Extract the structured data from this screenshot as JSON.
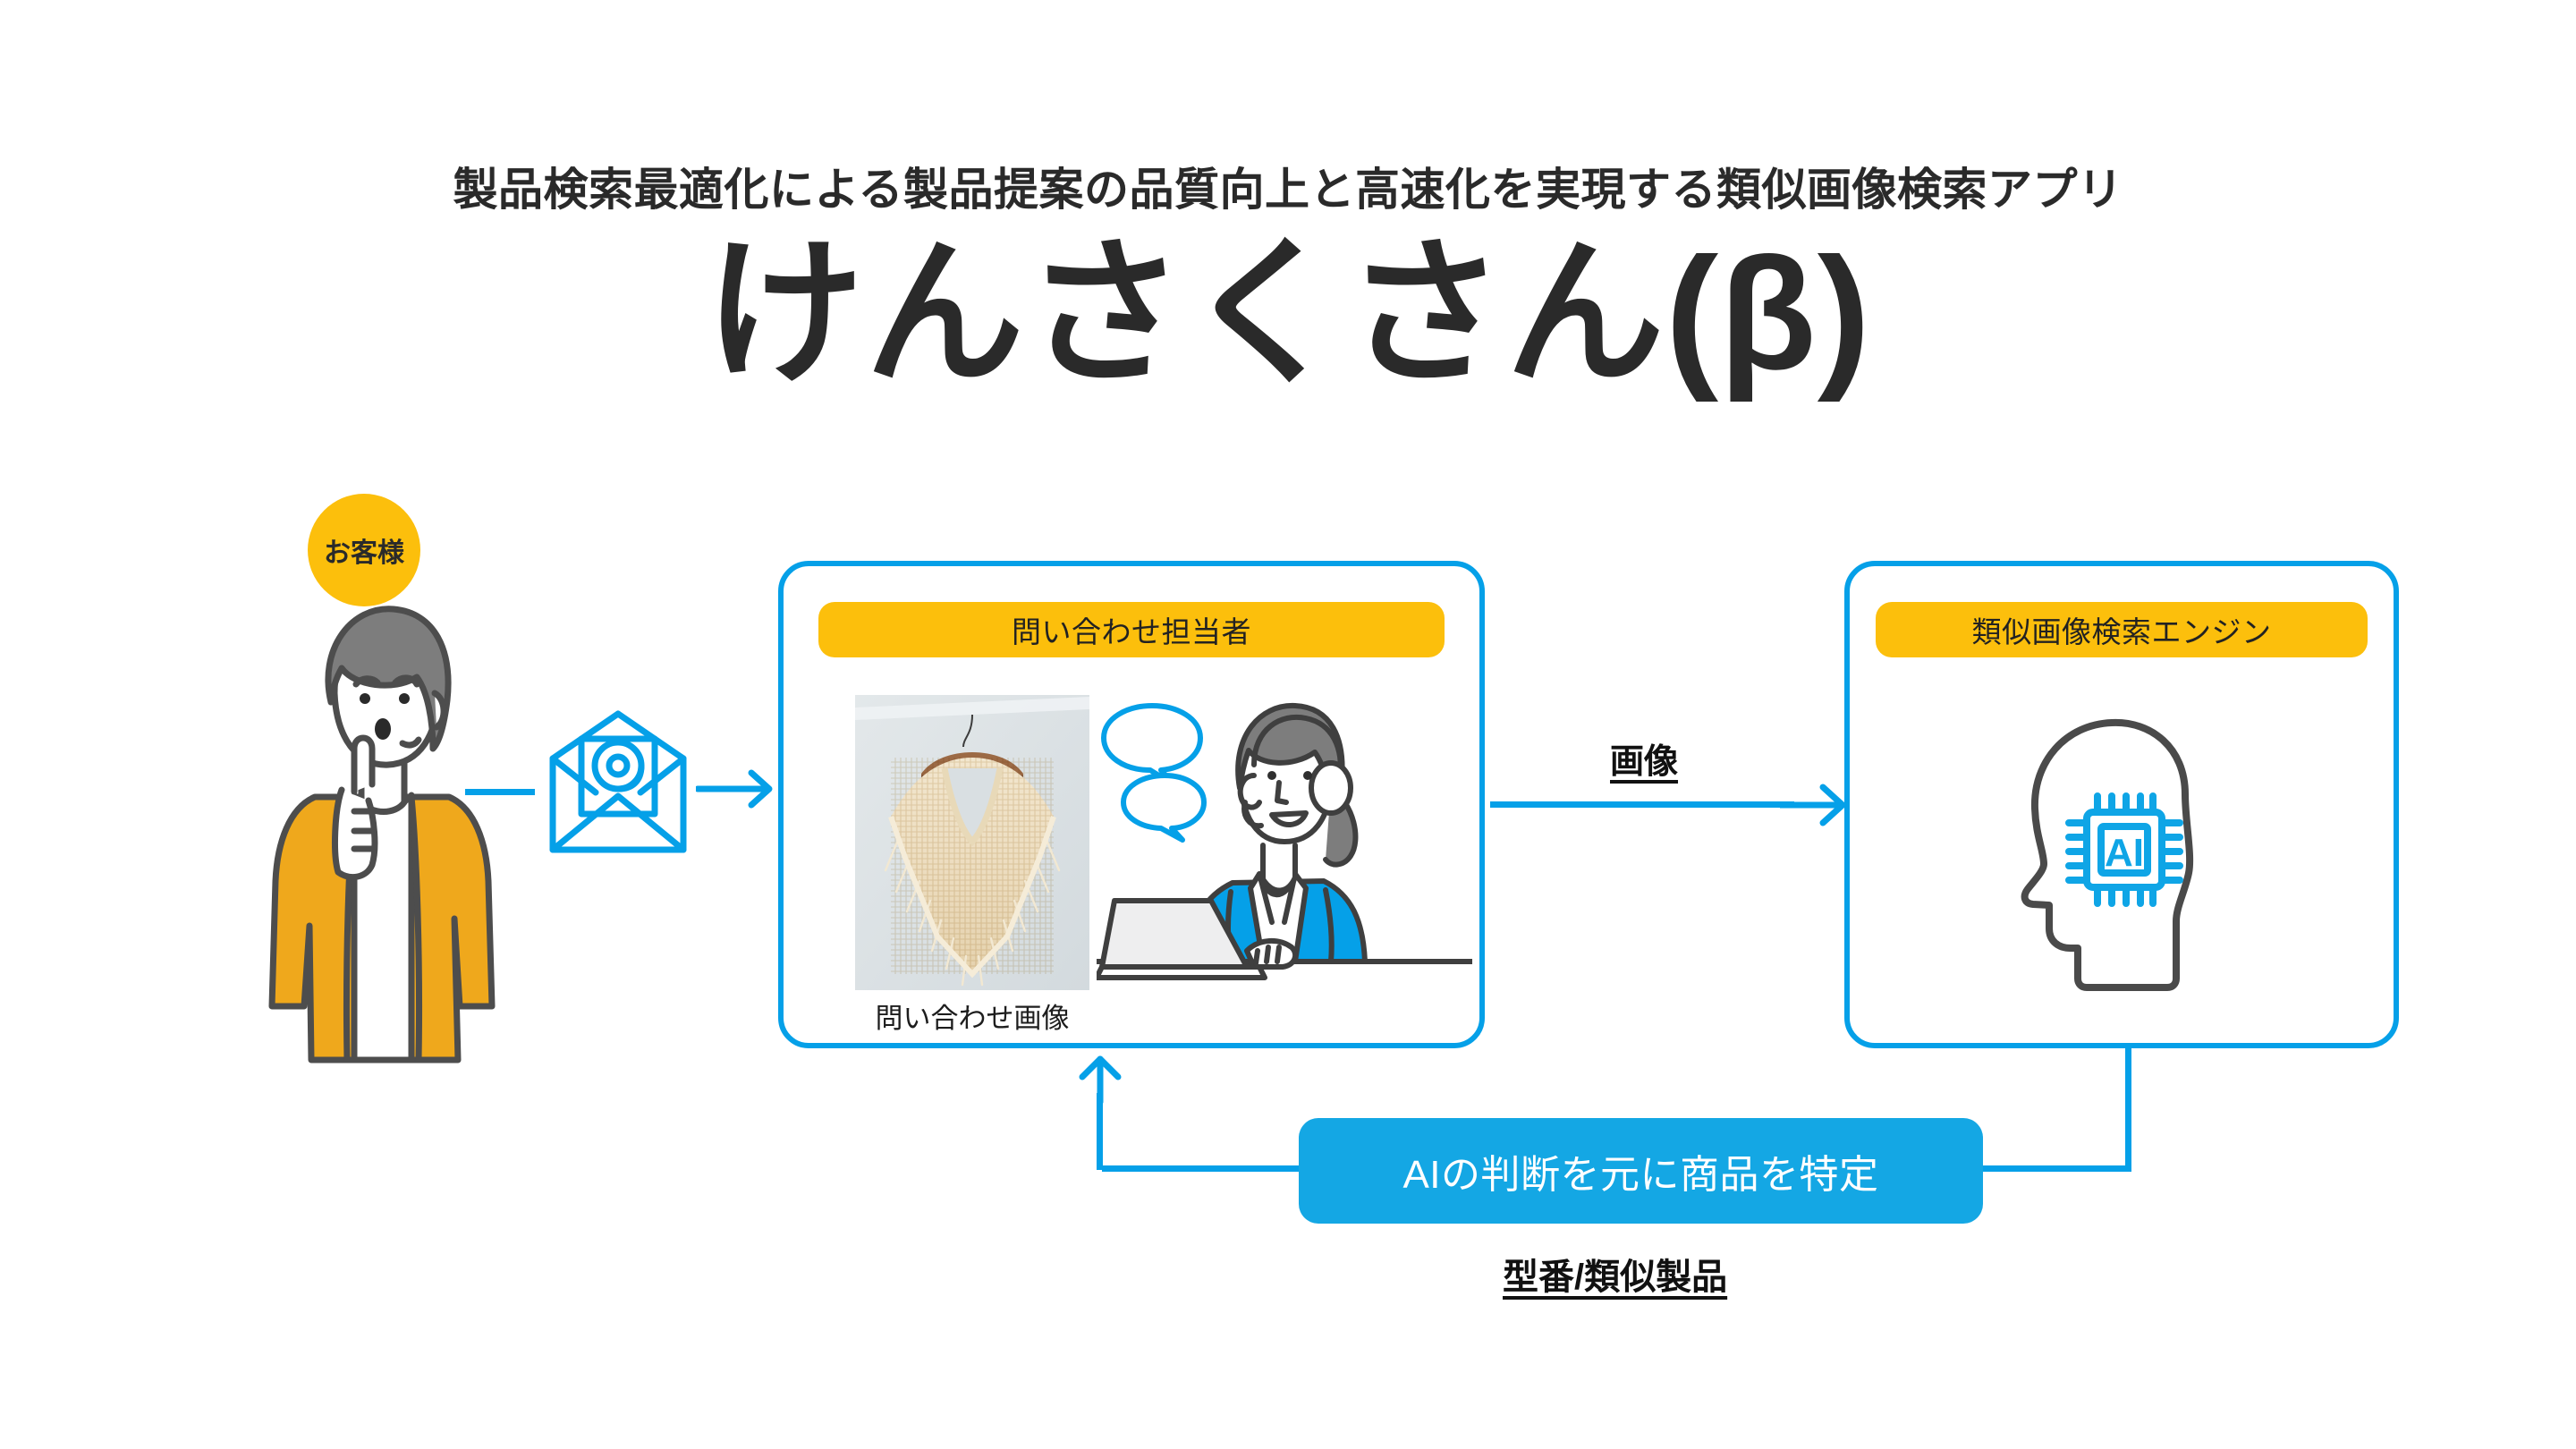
{
  "header": {
    "subtitle": "製品検索最適化による製品提案の品質向上と高速化を実現する類似画像検索アプリ",
    "app_title": "けんさくさん(β)"
  },
  "flow": {
    "customer": {
      "badge_label": "お客様",
      "figure_alt": "thinking-customer-illustration"
    },
    "mail_icon_name": "email-at-icon",
    "agent_card": {
      "badge_label": "問い合わせ担当者",
      "photo_caption": "問い合わせ画像",
      "photo_alt": "knit-poncho-on-hanger",
      "operator_alt": "support-operator-with-headset-illustration"
    },
    "image_label": "画像",
    "engine_card": {
      "badge_label": "類似画像検索エンジン",
      "brain_alt": "ai-chip-head-icon",
      "chip_label": "AI"
    },
    "feedback_label": "AIの判断を元に商品を特定",
    "model_label": "型番/類似製品"
  },
  "colors": {
    "accent_blue": "#05a0e8",
    "pill_blue": "#14a7e4",
    "badge_orange": "#fcbf0c",
    "ink": "#2a2a2a",
    "background": "#ffffff"
  }
}
